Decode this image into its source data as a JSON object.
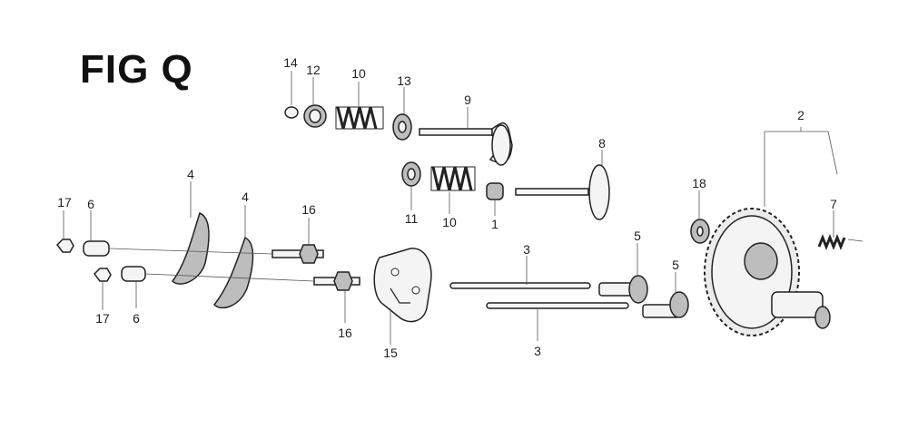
{
  "figure": {
    "title": "FIG Q"
  },
  "callouts": {
    "c1": "1",
    "c2": "2",
    "c3a": "3",
    "c3b": "3",
    "c4a": "4",
    "c4b": "4",
    "c5a": "5",
    "c5b": "5",
    "c6a": "6",
    "c6b": "6",
    "c7": "7",
    "c8": "8",
    "c9": "9",
    "c10a": "10",
    "c10b": "10",
    "c11": "11",
    "c12": "12",
    "c13": "13",
    "c14": "14",
    "c15": "15",
    "c16a": "16",
    "c16b": "16",
    "c17a": "17",
    "c17b": "17",
    "c18": "18"
  }
}
